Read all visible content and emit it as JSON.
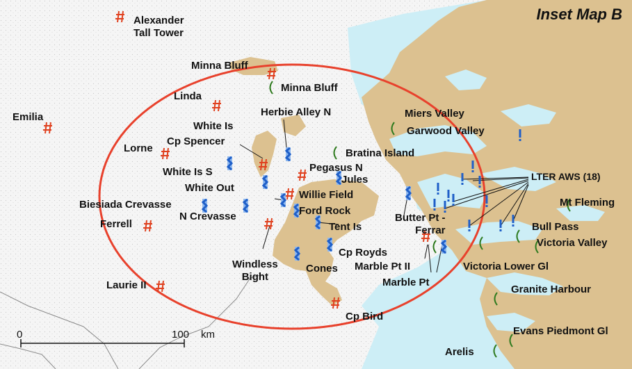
{
  "title": "Inset Map B",
  "scale_bar": {
    "start_label": "0",
    "end_label": "100",
    "unit": "km"
  },
  "colors": {
    "land": "#dcc190",
    "ice_shelf": "#f4f4f4",
    "sea_ice": "#cdeef6",
    "ellipse": "#e8412c",
    "marker_red": "#e0401e",
    "marker_blue": "#1f5fc8",
    "marker_green": "#2e7a1e",
    "leader_line": "#111111"
  },
  "marker_types": {
    "red": "red-hash-icon",
    "blue": "blue-station-icon",
    "green": "green-arc-icon",
    "lter": "blue-exclamation-icon"
  },
  "labels": {
    "alexander": [
      "Alexander",
      "Tall Tower"
    ],
    "minna_bluff_1": "Minna Bluff",
    "minna_bluff_2": "Minna Bluff",
    "linda": "Linda",
    "emilia": "Emilia",
    "herbie": "Herbie Alley N",
    "white_is": "White Is",
    "cp_spencer": "Cp Spencer",
    "lorne": "Lorne",
    "white_is_s": "White Is S",
    "white_out": "White Out",
    "biesiada": "Biesiada Crevasse",
    "n_crevasse": "N Crevasse",
    "ferrell": "Ferrell",
    "pegasus": "Pegasus N",
    "willie": "Willie Field",
    "ford_rock": "Ford Rock",
    "jules": "Jules",
    "tent_is": "Tent Is",
    "cp_royds": "Cp Royds",
    "cones": "Cones",
    "windless": [
      "Windless",
      "Bight"
    ],
    "laurie": "Laurie II",
    "cp_bird": "Cp Bird",
    "miers": "Miers Valley",
    "garwood": "Garwood Valley",
    "bratina": "Bratina Island",
    "butter": [
      "Butter Pt",
      "Ferrar"
    ],
    "marble_ii": "Marble Pt II",
    "marble": "Marble Pt",
    "lter": "LTER AWS (18)",
    "mt_fleming": "Mt Fleming",
    "bull_pass": "Bull Pass",
    "victoria_valley": "Victoria Valley",
    "victoria_lower": "Victoria Lower Gl",
    "granite": "Granite Harbour",
    "evans": "Evans Piedmont Gl",
    "arelis": "Arelis"
  }
}
